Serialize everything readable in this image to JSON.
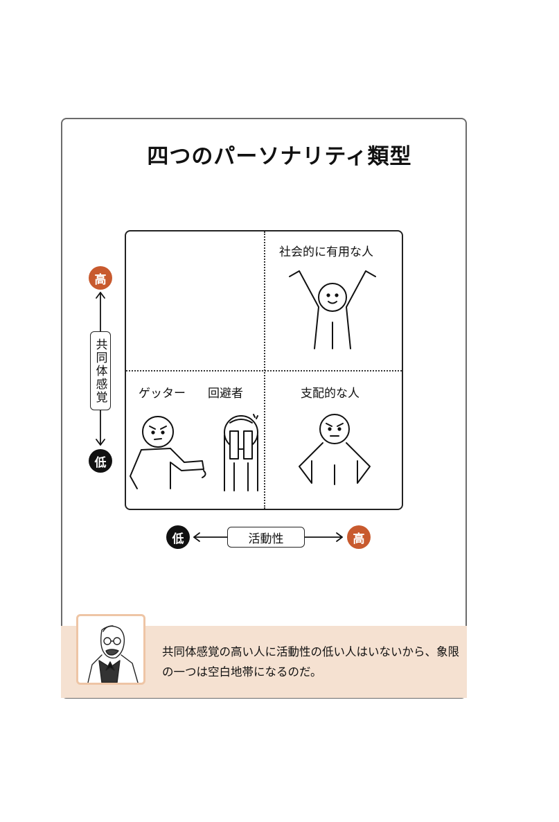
{
  "title": "四つのパーソナリティ類型",
  "quadrants": {
    "top_right": "社会的に有用な人",
    "bottom_right": "支配的な人",
    "bottom_left_a": "ゲッター",
    "bottom_left_b": "回避者"
  },
  "y_axis": {
    "label": "共同体感覚",
    "high": "高",
    "low": "低"
  },
  "x_axis": {
    "label": "活動性",
    "high": "高",
    "low": "低"
  },
  "note": {
    "text": "共同体感覚の高い人に活動性の低い人はいないから、象限の一つは空白地帯になるのだ。"
  },
  "colors": {
    "high": "#c85a2e",
    "low": "#111111",
    "note_bg": "#f5e1d1",
    "frame": "#eec5a5"
  }
}
